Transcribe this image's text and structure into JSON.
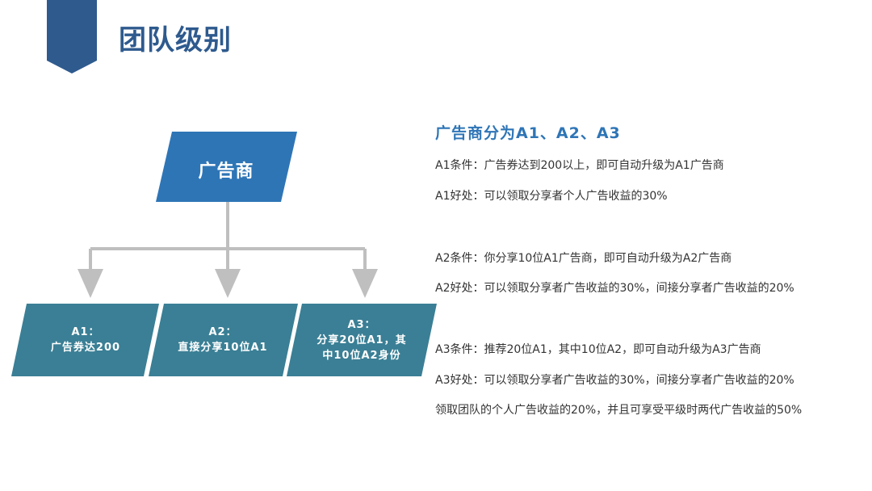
{
  "page_title": "团队级别",
  "colors": {
    "title": "#2e5a8e",
    "root_box": "#2e75b6",
    "child_box": "#3a7f95",
    "connector": "#bfbfbf",
    "info_title": "#2e75b6"
  },
  "diagram": {
    "root_label": "广告商",
    "children": [
      {
        "line1": "A1：",
        "line2": "广告券达200"
      },
      {
        "line1": "A2：",
        "line2": "直接分享10位A1"
      },
      {
        "line1": "A3：",
        "line2": "分享20位A1，其",
        "line3": "中10位A2身份"
      }
    ]
  },
  "info": {
    "title": "广告商分为A1、A2、A3",
    "lines": [
      "A1条件：广告券达到200以上，即可自动升级为A1广告商",
      "A1好处：可以领取分享者个人广告收益的30%",
      "A2条件：你分享10位A1广告商，即可自动升级为A2广告商",
      "A2好处：可以领取分享者广告收益的30%，间接分享者广告收益的20%",
      "A3条件：推荐20位A1，其中10位A2，即可自动升级为A3广告商",
      "A3好处：可以领取分享者广告收益的30%，间接分享者广告收益的20%",
      "领取团队的个人广告收益的20%，并且可享受平级时两代广告收益的50%"
    ]
  }
}
